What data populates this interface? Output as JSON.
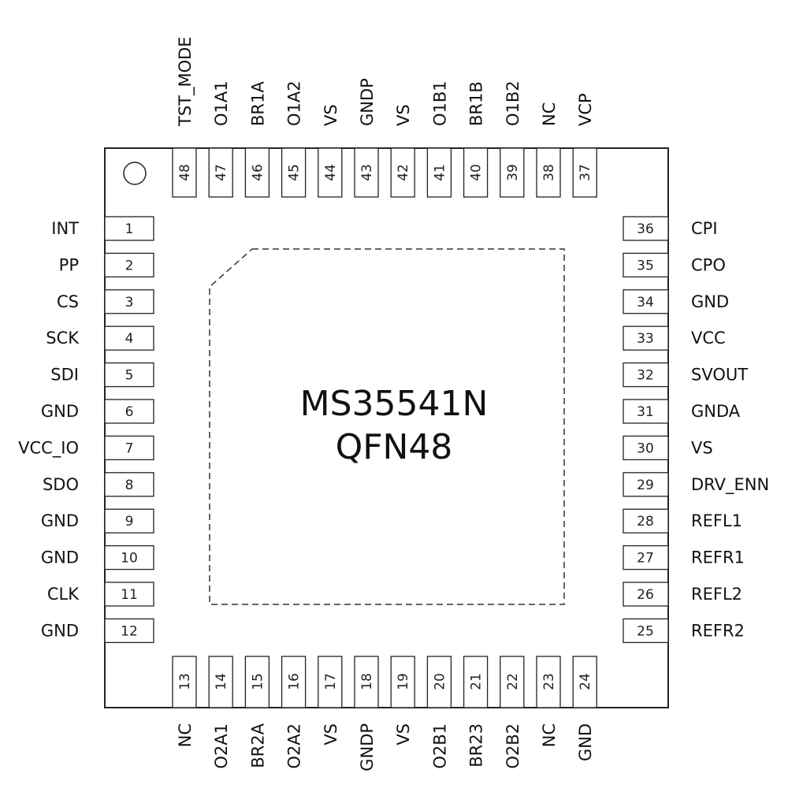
{
  "chip": {
    "part_number": "MS35541N",
    "package": "QFN48"
  },
  "pins": {
    "left": [
      {
        "num": "1",
        "name": "INT"
      },
      {
        "num": "2",
        "name": "PP"
      },
      {
        "num": "3",
        "name": "CS"
      },
      {
        "num": "4",
        "name": "SCK"
      },
      {
        "num": "5",
        "name": "SDI"
      },
      {
        "num": "6",
        "name": "GND"
      },
      {
        "num": "7",
        "name": "VCC_IO"
      },
      {
        "num": "8",
        "name": "SDO"
      },
      {
        "num": "9",
        "name": "GND"
      },
      {
        "num": "10",
        "name": "GND"
      },
      {
        "num": "11",
        "name": "CLK"
      },
      {
        "num": "12",
        "name": "GND"
      }
    ],
    "bottom": [
      {
        "num": "13",
        "name": "NC"
      },
      {
        "num": "14",
        "name": "O2A1"
      },
      {
        "num": "15",
        "name": "BR2A"
      },
      {
        "num": "16",
        "name": "O2A2"
      },
      {
        "num": "17",
        "name": "VS"
      },
      {
        "num": "18",
        "name": "GNDP"
      },
      {
        "num": "19",
        "name": "VS"
      },
      {
        "num": "20",
        "name": "O2B1"
      },
      {
        "num": "21",
        "name": "BR23"
      },
      {
        "num": "22",
        "name": "O2B2"
      },
      {
        "num": "23",
        "name": "NC"
      },
      {
        "num": "24",
        "name": "GND"
      }
    ],
    "right": [
      {
        "num": "36",
        "name": "CPI"
      },
      {
        "num": "35",
        "name": "CPO"
      },
      {
        "num": "34",
        "name": "GND"
      },
      {
        "num": "33",
        "name": "VCC"
      },
      {
        "num": "32",
        "name": "SVOUT"
      },
      {
        "num": "31",
        "name": "GNDA"
      },
      {
        "num": "30",
        "name": "VS"
      },
      {
        "num": "29",
        "name": "DRV_ENN"
      },
      {
        "num": "28",
        "name": "REFL1"
      },
      {
        "num": "27",
        "name": "REFR1"
      },
      {
        "num": "26",
        "name": "REFL2"
      },
      {
        "num": "25",
        "name": "REFR2"
      }
    ],
    "top": [
      {
        "num": "48",
        "name": "TST_MODE"
      },
      {
        "num": "47",
        "name": "O1A1"
      },
      {
        "num": "46",
        "name": "BR1A"
      },
      {
        "num": "45",
        "name": "O1A2"
      },
      {
        "num": "44",
        "name": "VS"
      },
      {
        "num": "43",
        "name": "GNDP"
      },
      {
        "num": "42",
        "name": "VS"
      },
      {
        "num": "41",
        "name": "O1B1"
      },
      {
        "num": "40",
        "name": "BR1B"
      },
      {
        "num": "39",
        "name": "O1B2"
      },
      {
        "num": "38",
        "name": "NC"
      },
      {
        "num": "37",
        "name": "VCP"
      }
    ]
  }
}
